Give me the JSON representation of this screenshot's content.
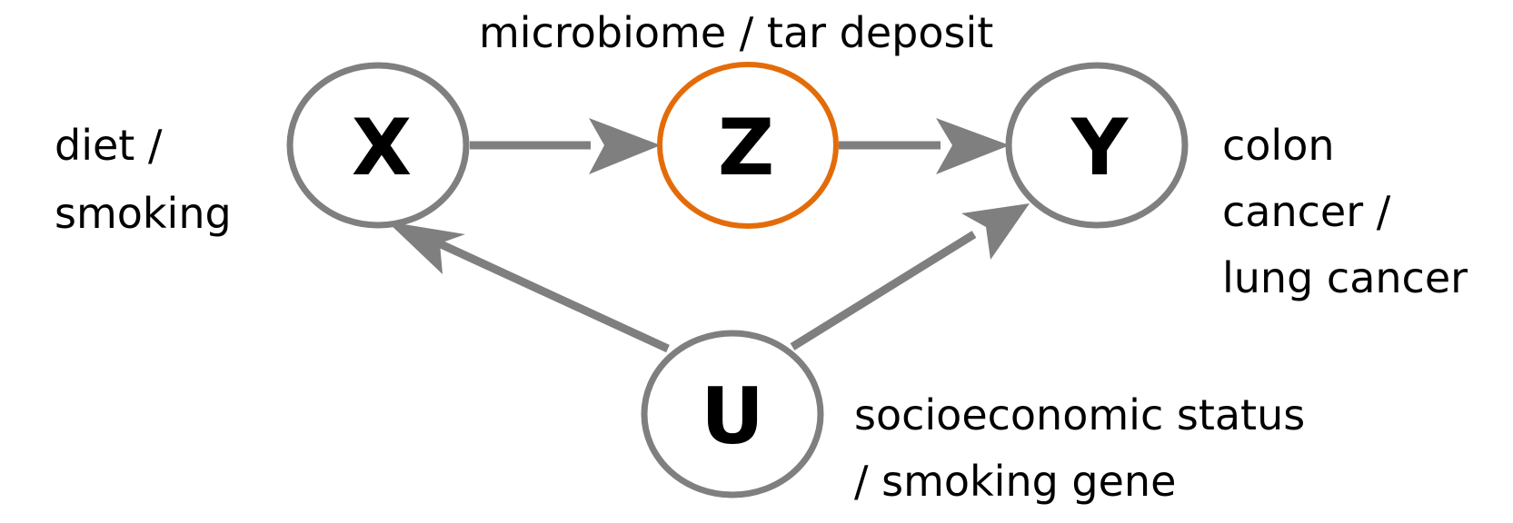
{
  "colors": {
    "edge": "#7f7f7f",
    "node_border": "#7f7f7f",
    "highlight_border": "#e36c0a",
    "text": "#000000",
    "background": "#ffffff"
  },
  "nodes": {
    "x": {
      "letter": "X",
      "caption_lines": [
        "diet /",
        "smoking"
      ]
    },
    "z": {
      "letter": "Z",
      "caption_lines": [
        "microbiome / tar deposit"
      ],
      "highlighted": true
    },
    "y": {
      "letter": "Y",
      "caption_lines": [
        "colon",
        "cancer /",
        "lung cancer"
      ]
    },
    "u": {
      "letter": "U",
      "caption_lines": [
        "socioeconomic status",
        "/ smoking gene"
      ]
    }
  },
  "edges": [
    {
      "from": "X",
      "to": "Z"
    },
    {
      "from": "Z",
      "to": "Y"
    },
    {
      "from": "U",
      "to": "X"
    },
    {
      "from": "U",
      "to": "Y"
    }
  ]
}
